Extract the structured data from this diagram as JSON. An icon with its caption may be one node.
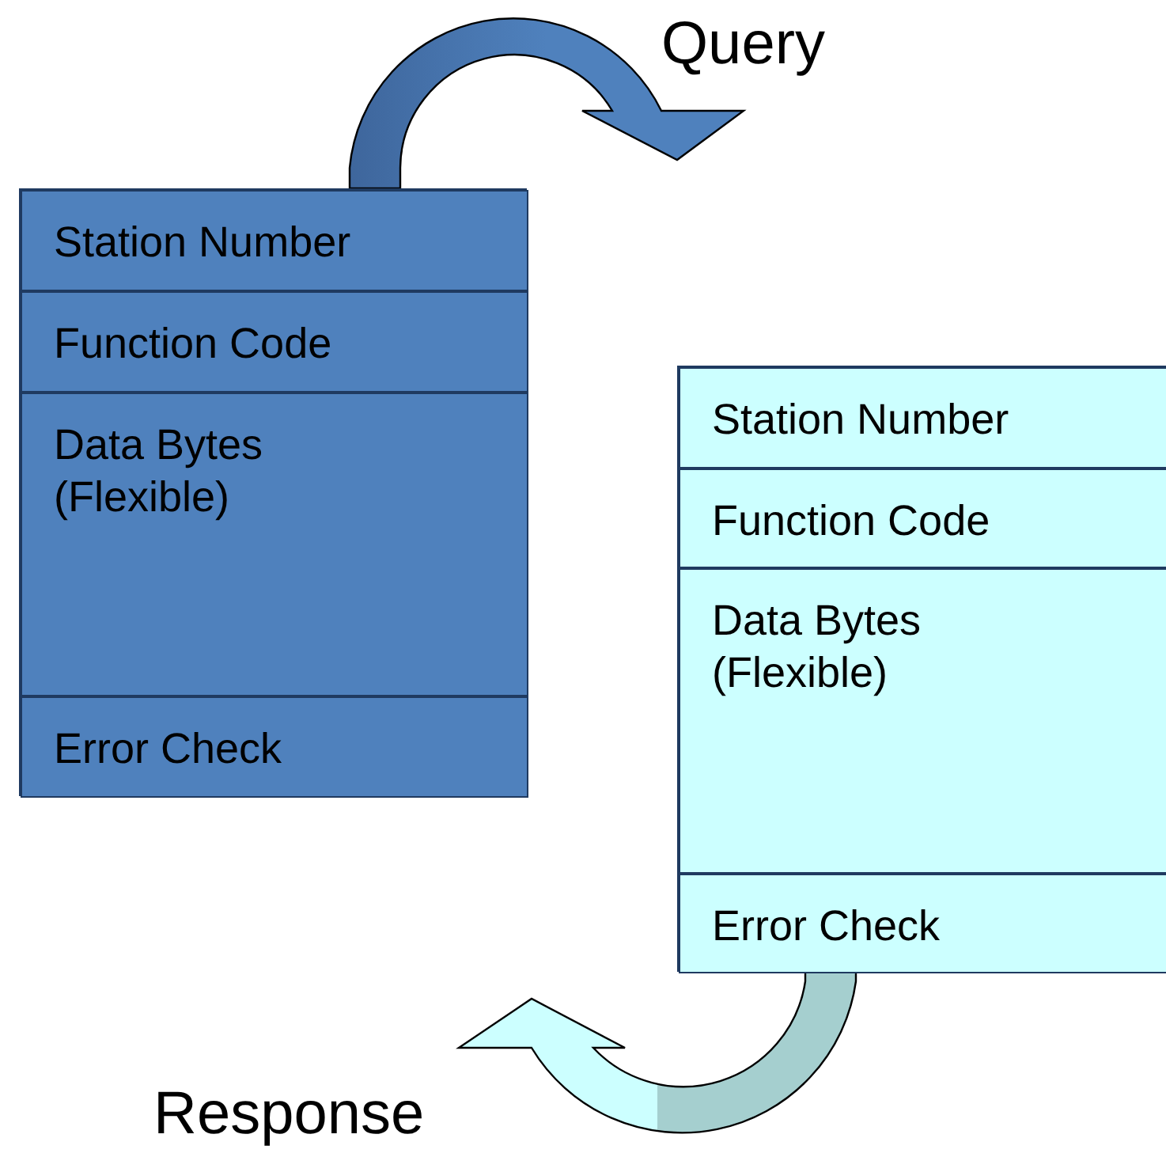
{
  "diagram": {
    "nodes": [
      {
        "text": [],
        "shape": "box"
      },
      {
        "text": [
          "Station Number"
        ],
        "in": 0
      },
      {
        "text": [
          "Function Code"
        ],
        "in": 0
      },
      {
        "text": [
          "Data Bytes (Flexible)"
        ],
        "in": 0
      },
      {
        "text": [
          "Error Check"
        ],
        "in": 0
      },
      {
        "text": [],
        "shape": "box"
      },
      {
        "text": [
          "Station Number"
        ],
        "in": 5
      },
      {
        "text": [
          "Function Code"
        ],
        "in": 5
      },
      {
        "text": [
          "Data Bytes (Flexible)"
        ],
        "in": 5
      },
      {
        "text": [
          "Error Check"
        ],
        "in": 5
      }
    ],
    "edges": [
      {
        "from": 0,
        "to": null,
        "arrow": "to",
        "label": "Query"
      },
      {
        "from": 5,
        "to": null,
        "arrow": "to",
        "label": "Response"
      }
    ]
  }
}
